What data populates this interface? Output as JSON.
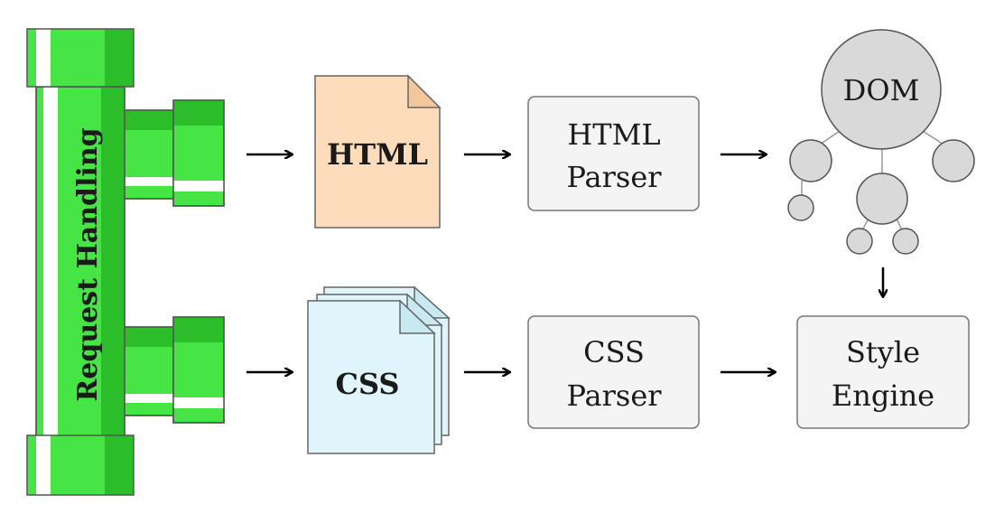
{
  "pipe": {
    "label": "Request Handling"
  },
  "html_file": {
    "label": "HTML"
  },
  "css_file": {
    "label": "CSS"
  },
  "html_parser": {
    "line1": "HTML",
    "line2": "Parser"
  },
  "css_parser": {
    "line1": "CSS",
    "line2": "Parser"
  },
  "dom": {
    "label": "DOM"
  },
  "style_engine": {
    "line1": "Style",
    "line2": "Engine"
  },
  "colors": {
    "pipe_green": "#47e445",
    "pipe_dark": "#2bbe2a",
    "html_doc": "#fddcbc",
    "css_doc": "#dff5fb",
    "box_fill": "#f4f4f4",
    "node_fill": "#d9d9d9"
  }
}
